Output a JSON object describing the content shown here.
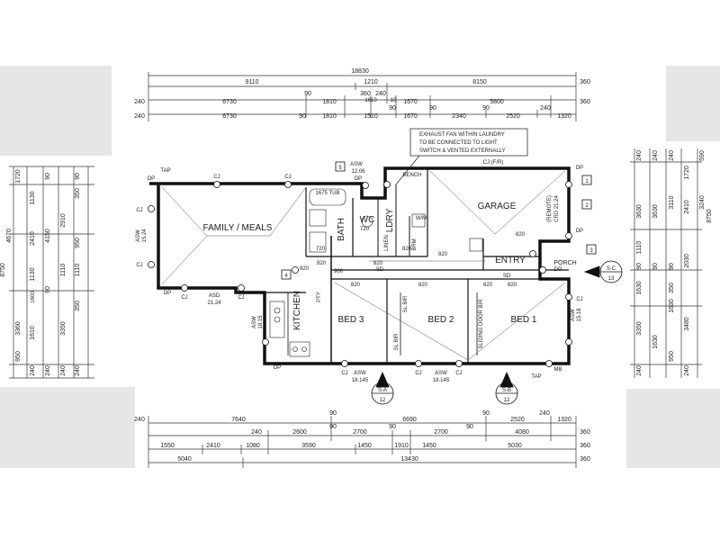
{
  "rooms": {
    "family_meals": "FAMILY / MEALS",
    "bath": "BATH",
    "wc": "WC",
    "ldry": "LDRY",
    "garage": "GARAGE",
    "entry": "ENTRY",
    "porch": "PORCH",
    "kitchen": "KITCHEN",
    "bed1": "BED 1",
    "bed2": "BED 2",
    "bed3": "BED 3",
    "linen": "LINEN",
    "brm": "BRM",
    "wm": "W/M",
    "pty": "PTY",
    "sl_bir_a": "SL BIR",
    "sl_bir_b": "SL BIR",
    "sliding_door_bir": "SLIDING DOOR BIR",
    "bench": "BENCH",
    "tub": "1675 TUB"
  },
  "note": {
    "line1": "EXHAUST FAN WITHIN LAUNDRY",
    "line2": "TO BE CONNECTED TO LIGHT",
    "line3": "SWITCH & VENTED EXTERNALLY"
  },
  "top_dims": {
    "overall": "18830",
    "row2": [
      "9110",
      "1210",
      "8150",
      "360"
    ],
    "row3": [
      "240",
      "6730",
      "90",
      "1810",
      "360",
      "240",
      "1670",
      "5800",
      "360"
    ],
    "row4": [
      "240",
      "6730",
      "90",
      "1810",
      "1510",
      "90",
      "1670",
      "90",
      "2340",
      "90",
      "2520",
      "240",
      "1320"
    ],
    "small": [
      "1610",
      "10"
    ]
  },
  "bottom_dims": {
    "row1": [
      "240",
      "7640",
      "90",
      "6690",
      "90",
      "2520",
      "240",
      "1320"
    ],
    "row2": [
      "240",
      "2600",
      "90",
      "2700",
      "90",
      "2700",
      "90",
      "4080",
      "360"
    ],
    "row3": [
      "1550",
      "2410",
      "1080",
      "3590",
      "1450",
      "1910",
      "1450",
      "5030",
      "360"
    ],
    "row4": [
      "5040",
      "13430",
      "360"
    ]
  },
  "left_dims": [
    "1720",
    "4670",
    "8750",
    "3360",
    "950",
    "1130",
    "2410",
    "1130",
    "1600",
    "1610",
    "240",
    "90",
    "4150",
    "2910",
    "1110",
    "90",
    "350",
    "3350",
    "350",
    "240",
    "90",
    "950",
    "1110",
    "240",
    "240"
  ],
  "right_dims": [
    "240",
    "3630",
    "8750",
    "1630",
    "90",
    "240",
    "3630",
    "1110",
    "3350",
    "240",
    "3110",
    "1720",
    "950",
    "2410",
    "2030",
    "3480",
    "240",
    "590",
    "3240",
    "1630",
    "90",
    "350",
    "90",
    "1630",
    "240"
  ],
  "markers": {
    "cj": "CJ",
    "tap": "TAP",
    "dp": "DP",
    "sd": "SD",
    "asd": "ASD",
    "asd_level": "21.24",
    "asw": "ASW",
    "cj_fr": "CJ (F/R)",
    "remote": "(REMOTE)",
    "cr_level": "CRD 21.24",
    "mb": "MB",
    "num_1": "1",
    "num_2": "2",
    "num_3": "3",
    "num_4": "4",
    "num_5": "5",
    "level_1224": "12.06",
    "level_1815": "18.15",
    "level_1518": "15.18",
    "level_18145a": "18.145",
    "level_18145b": "18.145",
    "level_1524": "15.24"
  },
  "section_marks": {
    "a": {
      "id": "S-A",
      "sheet": "12"
    },
    "b": {
      "id": "S-B",
      "sheet": "12"
    },
    "c": {
      "id": "S-C",
      "sheet": "13"
    }
  },
  "openings": [
    "820",
    "820",
    "820",
    "820",
    "820",
    "820",
    "820",
    "900",
    "720",
    "720",
    "820",
    "820",
    "820"
  ]
}
